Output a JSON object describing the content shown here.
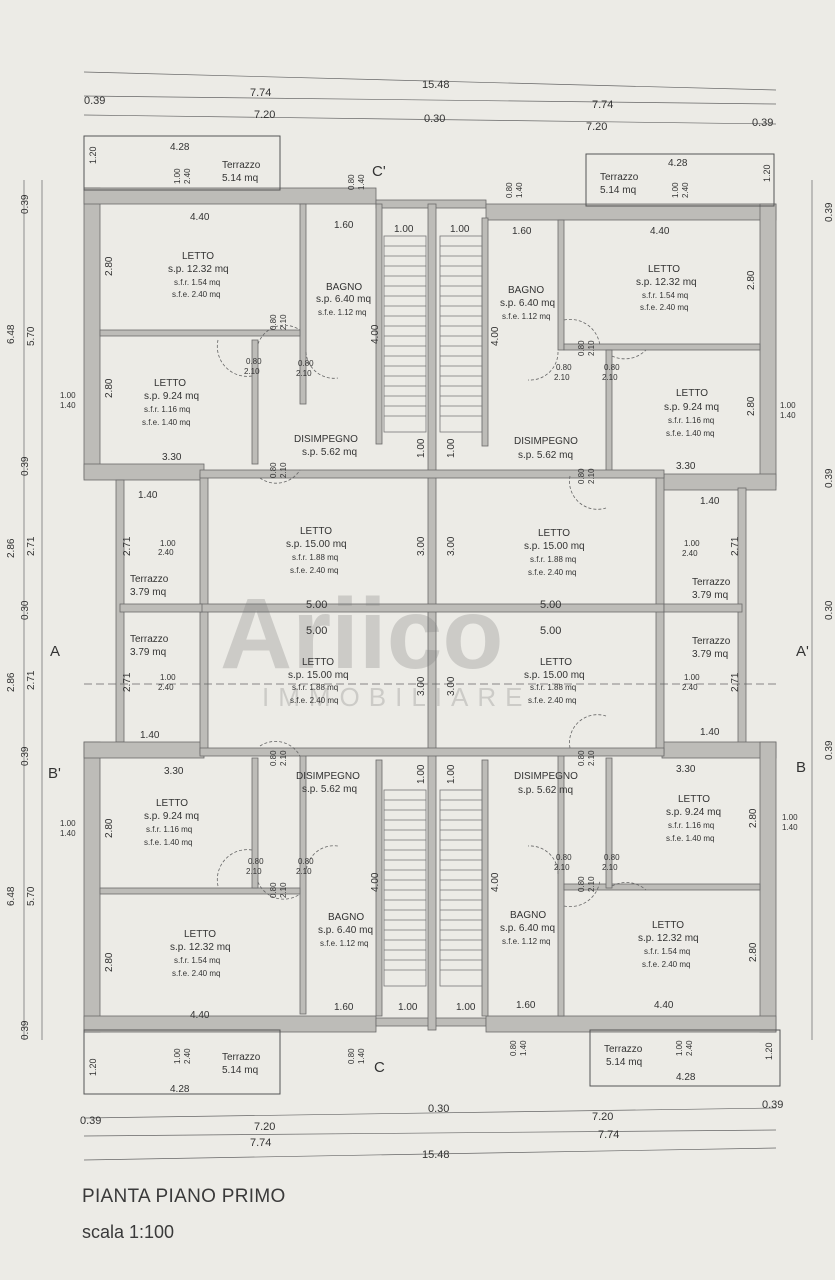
{
  "title": "PIANTA PIANO PRIMO",
  "scale": "scala 1:100",
  "watermark": {
    "main": "Ariico",
    "sub": "IMMOBILIARE"
  },
  "colors": {
    "paper": "#ecebe6",
    "wall": "#b9b9b7",
    "line": "#555555",
    "text": "#333333"
  },
  "sections": {
    "a": "A",
    "a2": "A'",
    "b": "B",
    "b2": "B'",
    "c": "C",
    "c2": "C'"
  },
  "dims": {
    "total": "15.48",
    "half": "7.74",
    "inner": "7.20",
    "wall": "0.39",
    "mid": "0.30",
    "side_total": "6.48",
    "side_inner": "5.70",
    "terr_depth": "2.86",
    "terr_inner": "2.71",
    "terr_w": "4.28",
    "terr_h": "1.20",
    "bed_w": "4.40",
    "bath_w": "1.60",
    "stair_w": "1.00",
    "room_h": "2.80",
    "hall_h": "4.00",
    "bed_small_w": "3.30",
    "bed_big_w": "5.00",
    "bed_big_h": "3.00",
    "small_terr_w": "1.40",
    "win1": "1.00",
    "win2": "1.40",
    "win3": "2.40",
    "door_w": "0.80",
    "door_h": "2.10"
  },
  "rooms": {
    "letto": "LETTO",
    "bagno": "BAGNO",
    "disimpegno": "DISIMPEGNO",
    "terrazzo": "Terrazzo",
    "sp_1232": "s.p. 12.32 mq",
    "sp_924": "s.p. 9.24 mq",
    "sp_1500": "s.p. 15.00 mq",
    "sp_640": "s.p. 6.40 mq",
    "sp_562": "s.p. 5.62 mq",
    "sfr_154": "s.f.r. 1.54 mq",
    "sfr_116": "s.f.r. 1.16 mq",
    "sfr_188": "s.f.r. 1.88 mq",
    "sfe_240": "s.f.e. 2.40 mq",
    "sfe_140": "s.f.e. 1.40 mq",
    "sfe_112": "s.f.e. 1.12 mq",
    "terr_514": "5.14 mq",
    "terr_379": "3.79 mq"
  }
}
